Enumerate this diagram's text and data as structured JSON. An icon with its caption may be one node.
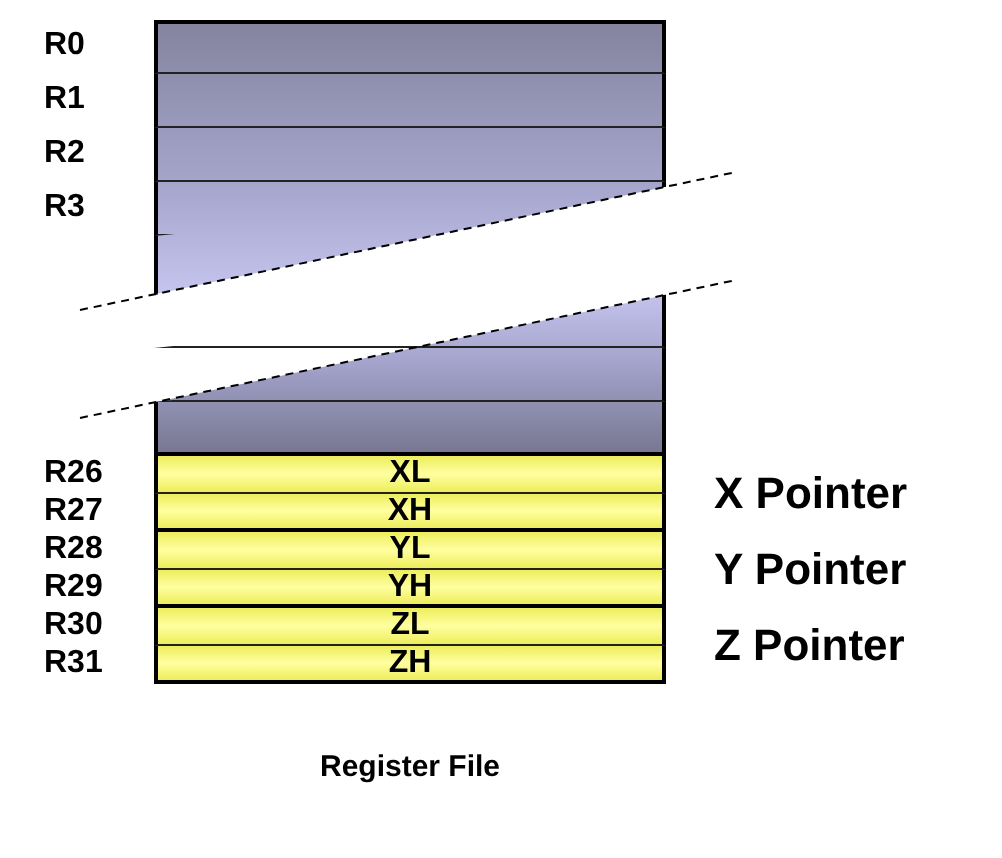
{
  "diagram": {
    "caption": "Register File",
    "nodes": [
      {
        "text": [],
        "shape": "box",
        "beside": [
          "R0"
        ]
      },
      {
        "text": [],
        "shape": "box",
        "beside": [
          "R1"
        ]
      },
      {
        "text": [],
        "shape": "box",
        "beside": [
          "R2"
        ]
      },
      {
        "text": [],
        "shape": "box",
        "beside": [
          "R3"
        ]
      },
      {
        "text": [],
        "shape": "box"
      },
      {
        "text": [],
        "shape": "box"
      },
      {
        "text": [],
        "shape": "box"
      },
      {
        "text": [
          "XL"
        ],
        "beside": [
          "R26"
        ]
      },
      {
        "text": [
          "XH"
        ],
        "beside": [
          "R27"
        ]
      },
      {
        "text": [
          "YL"
        ],
        "beside": [
          "R28"
        ]
      },
      {
        "text": [
          "YH"
        ],
        "beside": [
          "R29"
        ]
      },
      {
        "text": [
          "ZL"
        ],
        "beside": [
          "R30"
        ]
      },
      {
        "text": [
          "ZH"
        ],
        "beside": [
          "R31"
        ]
      }
    ],
    "labels": [
      "X Pointer",
      "Y Pointer",
      "Z Pointer"
    ]
  }
}
